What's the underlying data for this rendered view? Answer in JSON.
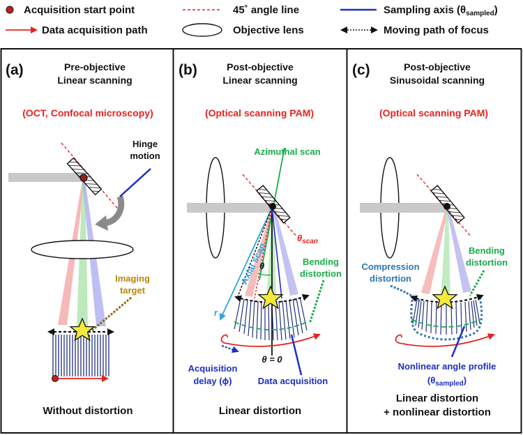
{
  "legend": {
    "start_point": "Acquisition start point",
    "angle_line": "45˚ angle line",
    "sampling_axis": "Sampling axis (θ",
    "sampling_sub": "sampled",
    "sampling_close": ")",
    "acq_path": "Data acquisition path",
    "objective": "Objective lens",
    "focus_path": "Moving path of focus"
  },
  "panel_a": {
    "label": "(a)",
    "title1": "Pre-objective",
    "title2": "Linear scanning",
    "application": "(OCT, Confocal microscopy)",
    "hinge1": "Hinge",
    "hinge2": "motion",
    "target1": "Imaging",
    "target2": "target",
    "footer": "Without distortion"
  },
  "panel_b": {
    "label": "(b)",
    "title1": "Post-objective",
    "title2": "Linear scanning",
    "application": "(Optical scanning PAM)",
    "azimuthal": "Azimuthal scan",
    "theta_scan": "θ",
    "theta_scan_sub": "scan",
    "axial": "Axial scan",
    "theta": "θ",
    "bending1": "Bending",
    "bending2": "distortion",
    "r": "r",
    "theta_zero": "θ = 0",
    "delay1": "Acquisition",
    "delay2": "delay (ϕ)",
    "data_acq": "Data acquisition",
    "footer": "Linear distortion"
  },
  "panel_c": {
    "label": "(c)",
    "title1": "Post-objective",
    "title2": "Sinusoidal scanning",
    "application": "(Optical scanning PAM)",
    "bending1": "Bending",
    "bending2": "distortion",
    "compression1": "Compression",
    "compression2": "distortion",
    "nonlinear1": "Nonlinear angle profile",
    "nonlinear2": "(θ",
    "nonlinear2_sub": "sampled",
    "nonlinear2_close": ")",
    "footer1": "Linear distortion",
    "footer2": "+ nonlinear distortion"
  },
  "colors": {
    "red": "#e8231f",
    "green": "#1aab4b",
    "blue": "#1c2fc4",
    "cyan": "#2aa6df",
    "gold": "#b8860b",
    "steel": "#2e75b6",
    "star": "#f4ea3a"
  }
}
